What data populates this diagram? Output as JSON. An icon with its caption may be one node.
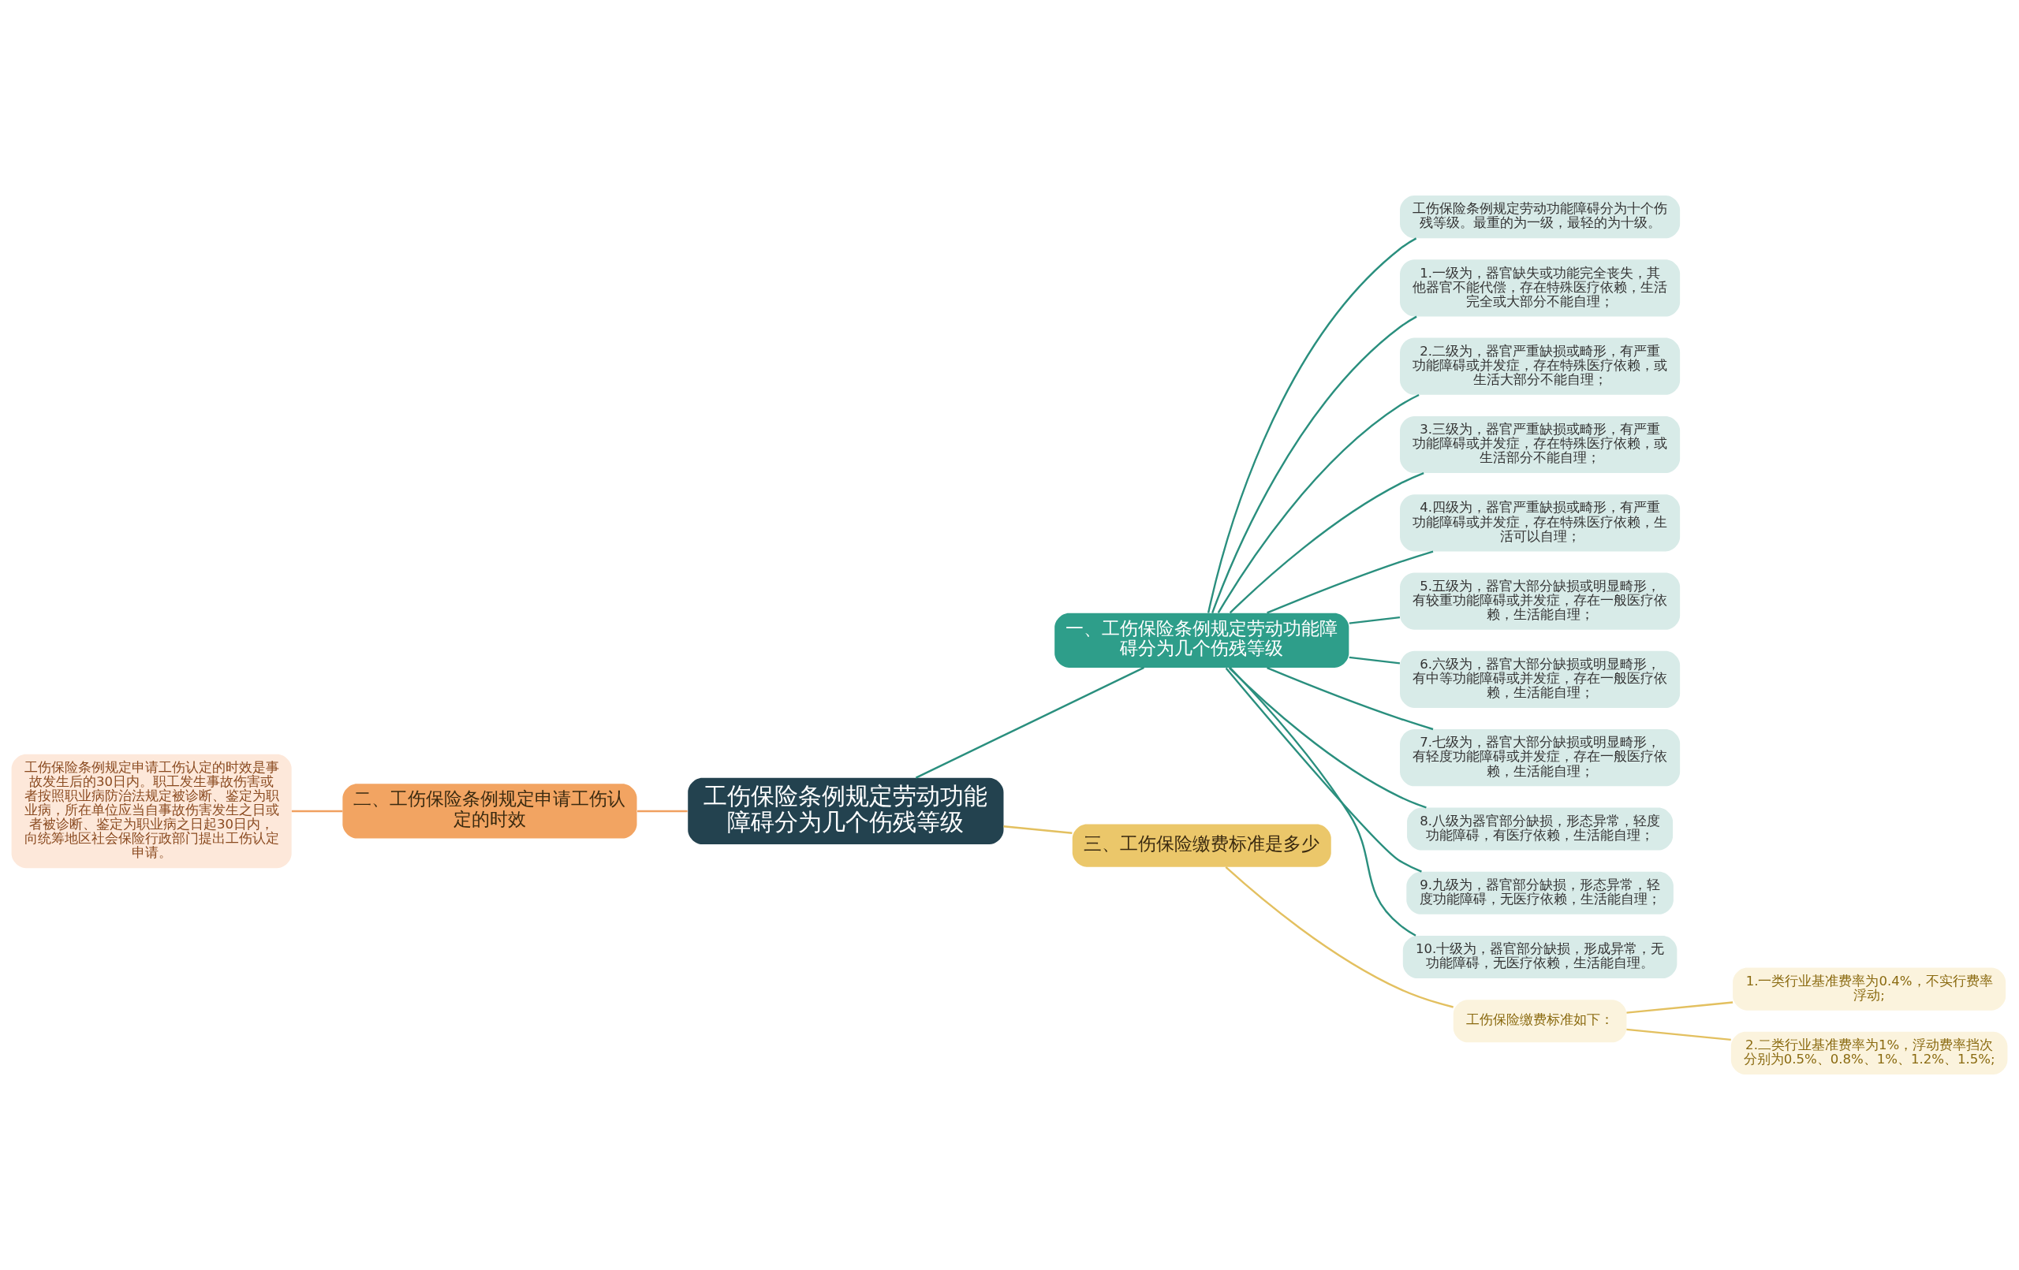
{
  "diagram": {
    "nodes": [
      {
        "text": [
          "工伤保险条例规定劳动功能障碍分为几个伤残等级"
        ]
      },
      {
        "text": [
          "一、工伤保险条例规定劳动功能障碍分为几个伤残等级"
        ]
      },
      {
        "text": [
          "二、工伤保险条例规定申请工伤认定的时效"
        ]
      },
      {
        "text": [
          "三、工伤保险缴费标准是多少"
        ]
      },
      {
        "text": [
          "工伤保险条例规定劳动功能障碍分为十个伤残等级。最重的为一级，最轻的为十级。"
        ]
      },
      {
        "text": [
          "1.一级为，器官缺失或功能完全丧失，其他器官不能代偿，存在特殊医疗依赖，生活完全或大部分不能自理；"
        ]
      },
      {
        "text": [
          "2.二级为，器官严重缺损或畸形，有严重功能障碍或并发症，存在特殊医疗依赖，或生活大部分不能自理；"
        ]
      },
      {
        "text": [
          "3.三级为，器官严重缺损或畸形，有严重功能障碍或并发症，存在特殊医疗依赖，或生活部分不能自理；"
        ]
      },
      {
        "text": [
          "4.四级为，器官严重缺损或畸形，有严重功能障碍或并发症，存在特殊医疗依赖，生活可以自理；"
        ]
      },
      {
        "text": [
          "5.五级为，器官大部分缺损或明显畸形，有较重功能障碍或并发症，存在一般医疗依赖，生活能自理；"
        ]
      },
      {
        "text": [
          "6.六级为，器官大部分缺损或明显畸形，有中等功能障碍或并发症，存在一般医疗依赖，生活能自理；"
        ]
      },
      {
        "text": [
          "7.七级为，器官大部分缺损或明显畸形，有轻度功能障碍或并发症，存在一般医疗依赖，生活能自理；"
        ]
      },
      {
        "text": [
          "8.八级为器官部分缺损，形态异常，轻度功能障碍，有医疗依赖，生活能自理；"
        ]
      },
      {
        "text": [
          "9.九级为，器官部分缺损，形态异常，轻度功能障碍，无医疗依赖，生活能自理；"
        ]
      },
      {
        "text": [
          "10.十级为，器官部分缺损，形成异常，无功能障碍，无医疗依赖，生活能自理。"
        ]
      },
      {
        "text": [
          "工伤保险条例规定申请工伤认定的时效是事故发生后的30日内。职工发生事故伤害或者按照职业病防治法规定被诊断、鉴定为职业病，所在单位应当自事故伤害发生之日或者被诊断、鉴定为职业病之日起30日内，向统筹地区社会保险行政部门提出工伤认定申请。"
        ]
      },
      {
        "text": [
          "工伤保险缴费标准如下："
        ]
      },
      {
        "text": [
          "1.一类行业基准费率为0.4%，不实行费率浮动;"
        ]
      },
      {
        "text": [
          "2.二类行业基准费率为1%，浮动费率挡次分别为0.5%、0.8%、1%、1.2%、1.5%;"
        ]
      }
    ],
    "edges": [
      {
        "from": 0,
        "to": 1,
        "arrow": "none"
      },
      {
        "from": 1,
        "to": 4,
        "arrow": "none"
      },
      {
        "from": 1,
        "to": 5,
        "arrow": "none"
      },
      {
        "from": 1,
        "to": 6,
        "arrow": "none"
      },
      {
        "from": 1,
        "to": 7,
        "arrow": "none"
      },
      {
        "from": 1,
        "to": 8,
        "arrow": "none"
      },
      {
        "from": 1,
        "to": 9,
        "arrow": "none"
      },
      {
        "from": 1,
        "to": 10,
        "arrow": "none"
      },
      {
        "from": 1,
        "to": 11,
        "arrow": "none"
      },
      {
        "from": 1,
        "to": 12,
        "arrow": "none"
      },
      {
        "from": 1,
        "to": 13,
        "arrow": "none"
      },
      {
        "from": 1,
        "to": 14,
        "arrow": "none"
      },
      {
        "from": 0,
        "to": 2,
        "arrow": "none",
        "color": "#f0a060"
      },
      {
        "from": 2,
        "to": 15,
        "arrow": "none",
        "color": "#f0a060"
      },
      {
        "from": 0,
        "to": 3,
        "arrow": "none",
        "color": "#e3c060"
      },
      {
        "from": 3,
        "to": 16,
        "arrow": "none",
        "color": "#e3c060"
      },
      {
        "from": 16,
        "to": 17,
        "arrow": "none",
        "color": "#e3c060"
      },
      {
        "from": 16,
        "to": 18,
        "arrow": "none",
        "color": "#e3c060"
      }
    ]
  }
}
